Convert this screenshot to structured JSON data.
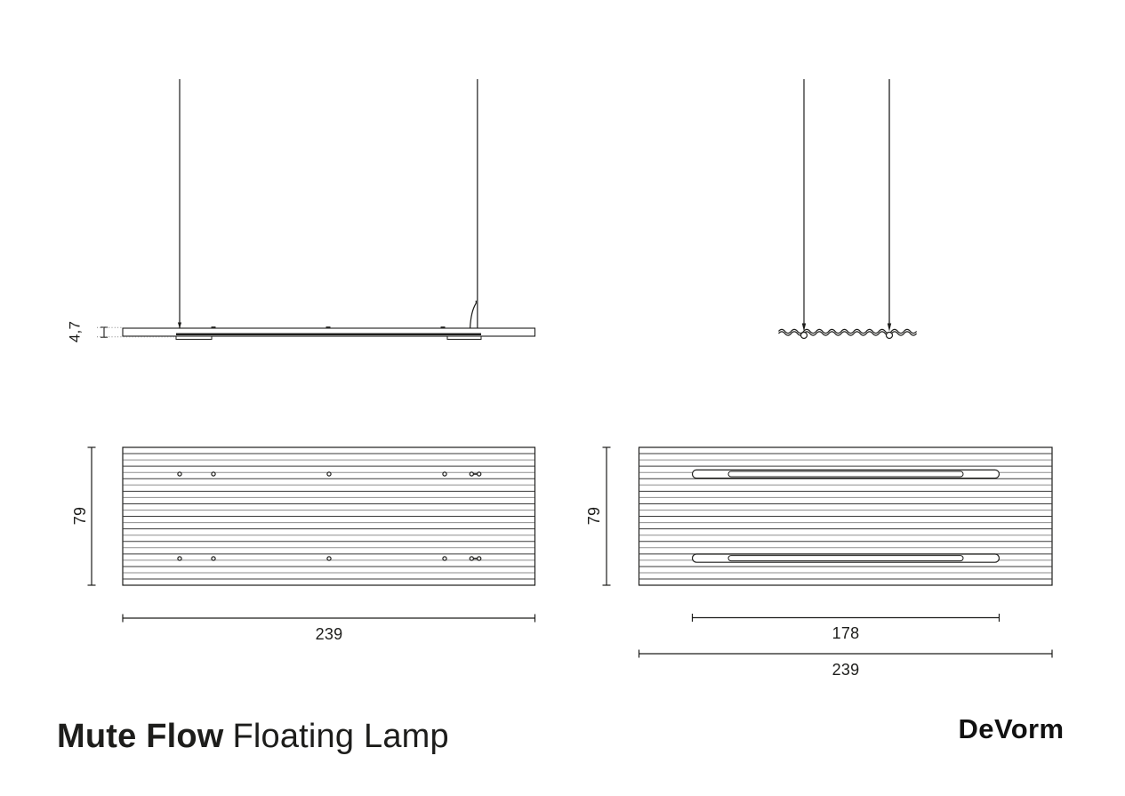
{
  "product": {
    "name_bold": "Mute Flow",
    "name_regular": "Floating Lamp",
    "brand": "DeVorm"
  },
  "views": {
    "side": {
      "thickness": "4,7"
    },
    "plan_top": {
      "height": "79",
      "width": "239"
    },
    "plan_bottom": {
      "height": "79",
      "light_length": "178",
      "width": "239"
    }
  },
  "colors": {
    "ink": "#1d1d1b",
    "background": "#ffffff"
  }
}
